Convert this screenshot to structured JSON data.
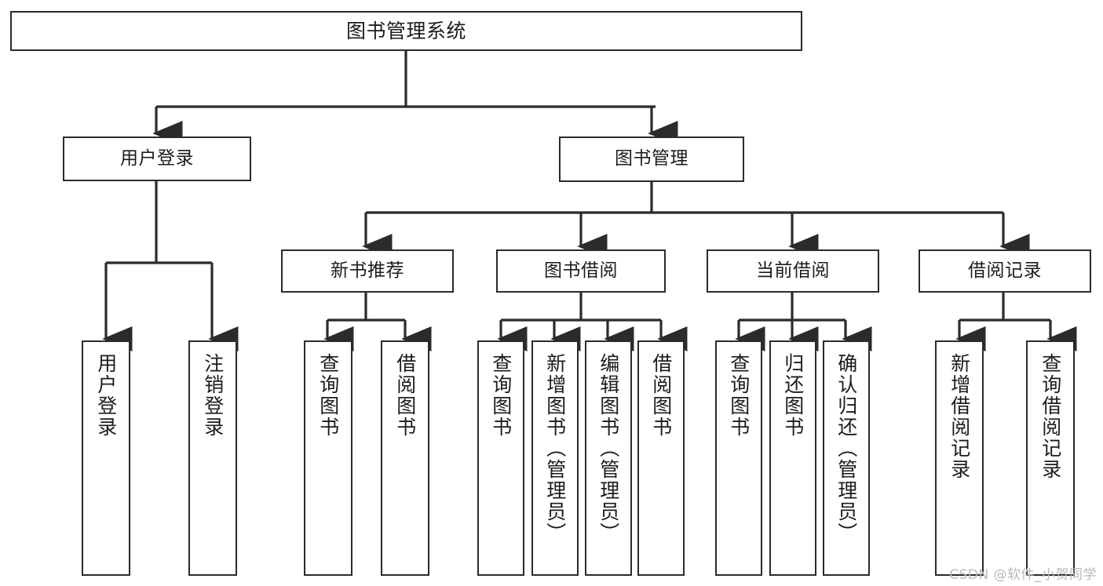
{
  "diagram": {
    "title": "图书管理系统",
    "watermark": "CSDN @软件_小贺同学",
    "accent_color": "#2b2b2b",
    "background_color": "#ffffff",
    "levels": {
      "root": {
        "label": "图书管理系统"
      },
      "level2": [
        {
          "label": "用户登录"
        },
        {
          "label": "图书管理"
        }
      ],
      "level3": [
        {
          "label": "新书推荐"
        },
        {
          "label": "图书借阅"
        },
        {
          "label": "当前借阅"
        },
        {
          "label": "借阅记录"
        }
      ],
      "leaves": {
        "user_login": [
          {
            "label": "用户登录"
          },
          {
            "label": "注销登录"
          }
        ],
        "new_book": [
          {
            "label": "查询图书"
          },
          {
            "label": "借阅图书"
          }
        ],
        "book_borrow": [
          {
            "label": "查询图书"
          },
          {
            "label": "新增图书（管理员）"
          },
          {
            "label": "编辑图书（管理员）"
          },
          {
            "label": "借阅图书"
          }
        ],
        "current_borrow": [
          {
            "label": "查询图书"
          },
          {
            "label": "归还图书"
          },
          {
            "label": "确认归还（管理员）"
          }
        ],
        "borrow_record": [
          {
            "label": "新增借阅记录"
          },
          {
            "label": "查询借阅记录"
          }
        ]
      }
    }
  }
}
